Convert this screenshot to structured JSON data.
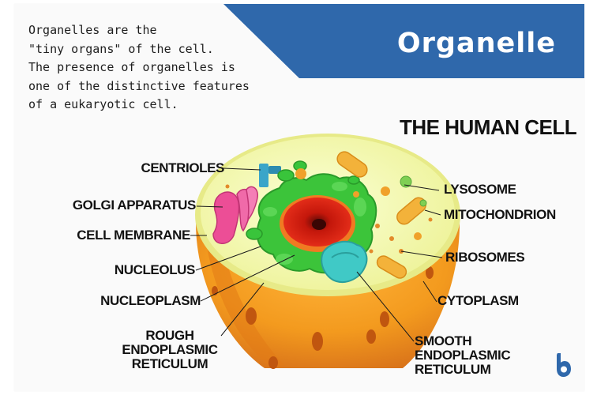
{
  "header": {
    "title": "Organelle"
  },
  "intro_text": "Organelles are the\n\"tiny organs\" of the cell.\nThe presence of organelles is\none of the distinctive features\nof a eukaryotic cell.",
  "subtitle": "THE HUMAN CELL",
  "labels": {
    "centrioles": "CENTRIOLES",
    "golgi": "GOLGI APPARATUS",
    "membrane": "CELL MEMBRANE",
    "nucleolus": "NUCLEOLUS",
    "nucleoplasm": "NUCLEOPLASM",
    "rough_er": "ROUGH\nENDOPLASMIC\nRETICULUM",
    "lysosome": "LYSOSOME",
    "mitochondrion": "MITOCHONDRION",
    "ribosomes": "RIBOSOMES",
    "cytoplasm": "CYTOPLASM",
    "smooth_er": "SMOOTH\nENDOPLASMIC\nRETICULUM"
  },
  "colors": {
    "banner": "#2f68ab",
    "cytoplasm_top": "#f3f6a9",
    "cell_body": "#f19a1f",
    "nucleus": "#d81f10",
    "rough_er": "#3cc43a",
    "smooth_er": "#40c9c6",
    "golgi": "#ec4e96",
    "mitochondria": "#f3b23a",
    "logo": "#2f68ab"
  },
  "icons": {
    "logo": "biology-dictionary-logo"
  }
}
